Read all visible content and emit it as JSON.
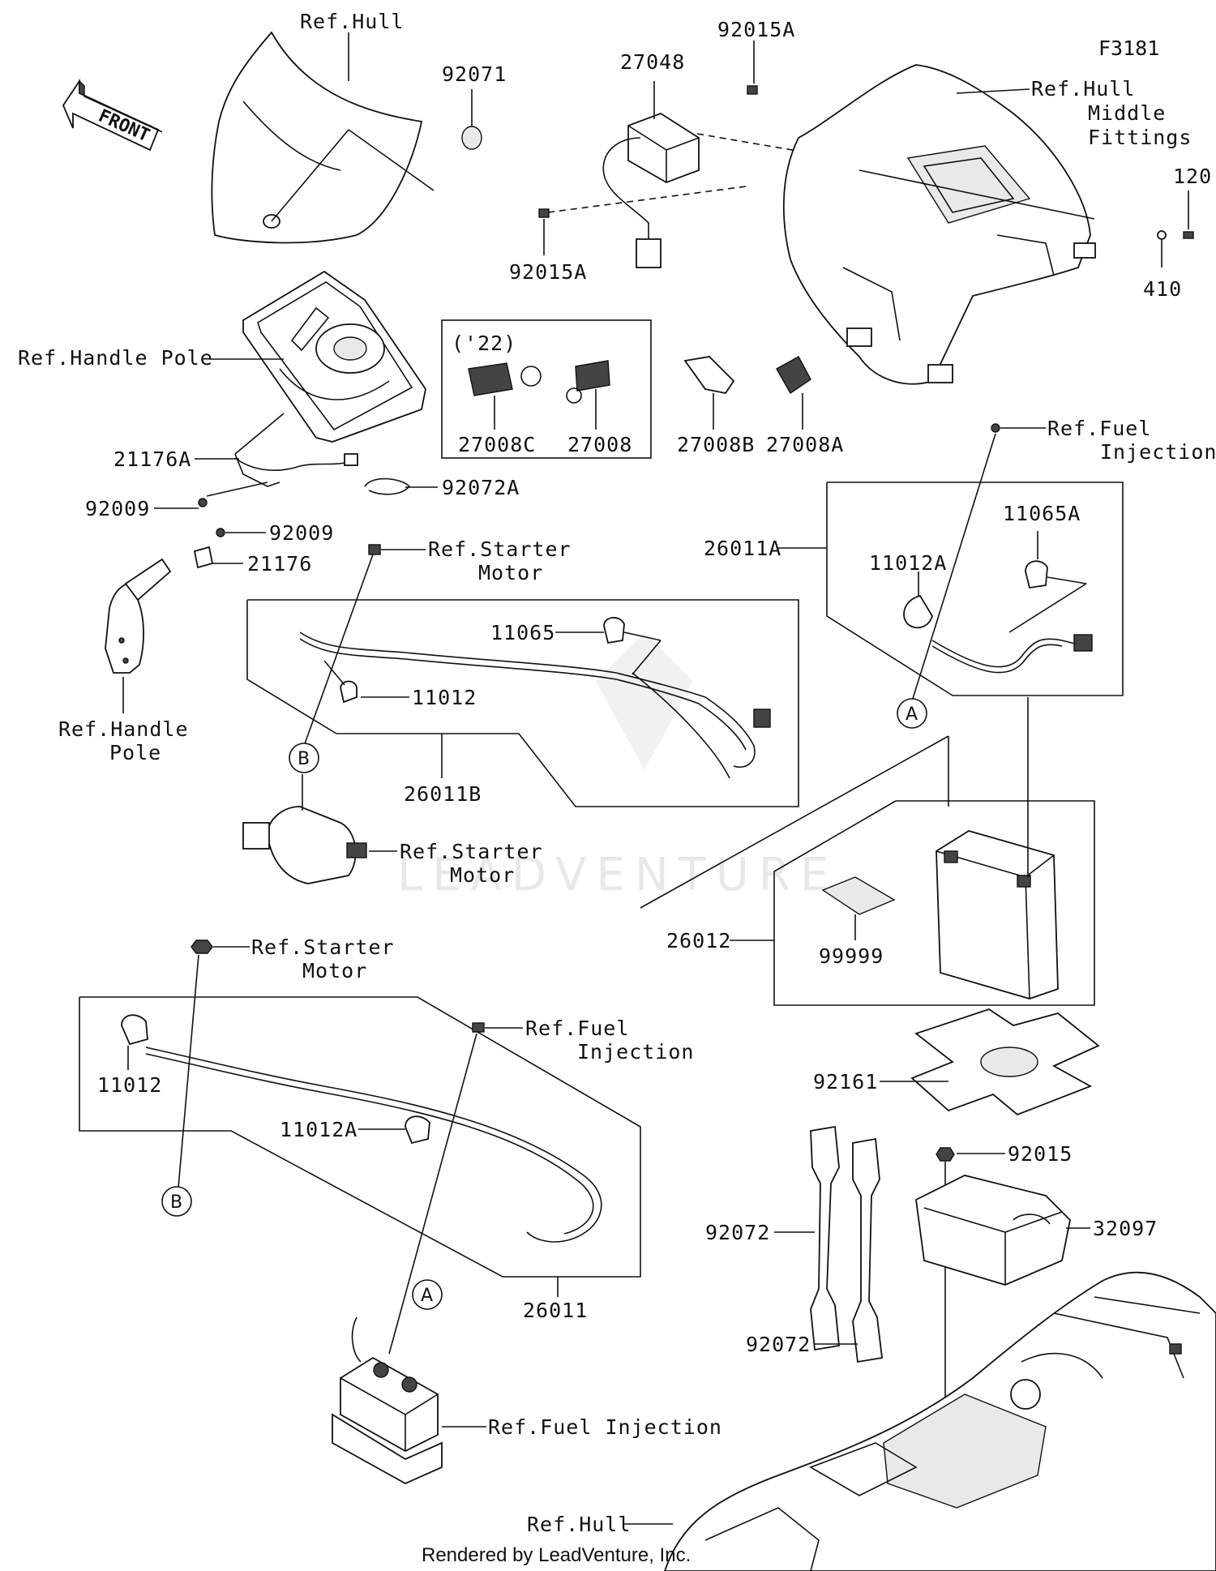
{
  "figure_code": "F3181",
  "watermark": "LEADVENTURE",
  "footer": "Rendered by LeadVenture, Inc.",
  "front_arrow": "FRONT",
  "callouts": {
    "A": "A",
    "B": "B"
  },
  "parts": {
    "p92071": "92071",
    "p27048": "27048",
    "p92015A_top": "92015A",
    "p92015A_bot": "92015A",
    "p120": "120",
    "p410": "410",
    "p22": "('22)",
    "p27008C": "27008C",
    "p27008": "27008",
    "p27008B": "27008B",
    "p27008A": "27008A",
    "p21176A": "21176A",
    "p92009a": "92009",
    "p92072A": "92072A",
    "p92009b": "92009",
    "p21176": "21176",
    "p26011A": "26011A",
    "p11012A_r": "11012A",
    "p11065A": "11065A",
    "p11065": "11065",
    "p11012_t": "11012",
    "p26011B": "26011B",
    "p26012": "26012",
    "p99999": "99999",
    "p11012_b": "11012",
    "p11012A_b": "11012A",
    "p26011": "26011",
    "p92161": "92161",
    "p92015": "92015",
    "p32097": "32097",
    "p92072a": "92072",
    "p92072b": "92072"
  },
  "refs": {
    "hull_top": "Ref.Hull",
    "hull_mid_1": "Ref.Hull",
    "hull_mid_2": "Middle",
    "hull_mid_3": "Fittings",
    "handle_pole_top": "Ref.Handle Pole",
    "handle_pole_b1": "Ref.Handle",
    "handle_pole_b2": "Pole",
    "fuel_inj_r1": "Ref.Fuel",
    "fuel_inj_r2": "Injection",
    "starter_t1": "Ref.Starter",
    "starter_t2": "Motor",
    "starter_m1": "Ref.Starter",
    "starter_m2": "Motor",
    "starter_b1": "Ref.Starter",
    "starter_b2": "Motor",
    "fuel_inj_b1": "Ref.Fuel",
    "fuel_inj_b2": "Injection",
    "fuel_inj_bottom": "Ref.Fuel Injection",
    "hull_bottom": "Ref.Hull"
  }
}
